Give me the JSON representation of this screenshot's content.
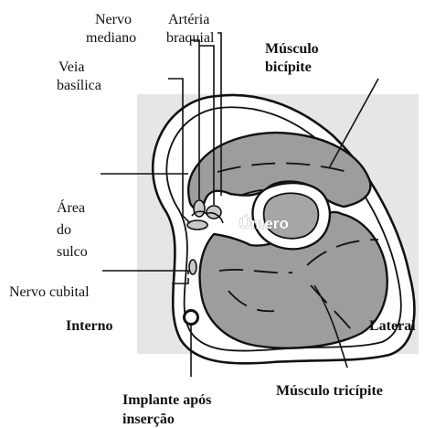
{
  "labels": {
    "nervo_mediano_1": "Nervo",
    "nervo_mediano_2": "mediano",
    "arteria_braquial_1": "Artéria",
    "arteria_braquial_2": "braquial",
    "veia_basilica_1": "Veia",
    "veia_basilica_2": "basílica",
    "musculo_bicipite_1": "Músculo",
    "musculo_bicipite_2": "bicípite",
    "area_do_sulco_1": "Área",
    "area_do_sulco_2": "do",
    "area_do_sulco_3": "sulco",
    "umero": "Úmero",
    "nervo_cubital": "Nervo cubital",
    "interno": "Interno",
    "lateral": "Lateral",
    "musculo_tricipite": "Músculo tricípite",
    "implante_1": "Implante após",
    "implante_2": "inserção"
  },
  "colors": {
    "background_panel": "#e6e6e6",
    "muscle_fill": "#9d9d9d",
    "bone_inner_fill": "#a6a6a6",
    "outline": "#111111"
  }
}
